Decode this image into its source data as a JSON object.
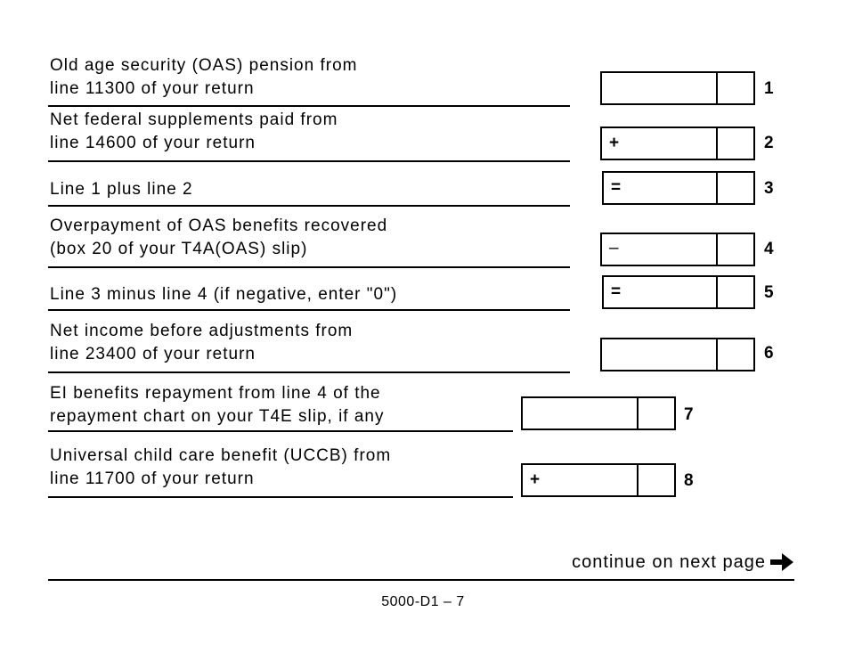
{
  "lines": [
    {
      "number": "1",
      "label_line1": "Old age security (OAS) pension from",
      "label_line2": "line 11300 of your return",
      "operator": ""
    },
    {
      "number": "2",
      "label_line1": "Net federal supplements paid from",
      "label_line2": "line 14600 of your return",
      "operator": "+"
    },
    {
      "number": "3",
      "label_line1": "Line 1 plus line 2",
      "label_line2": "",
      "operator": "="
    },
    {
      "number": "4",
      "label_line1": "Overpayment of OAS benefits recovered",
      "label_line2": "(box 20 of your T4A(OAS) slip)",
      "operator": "–"
    },
    {
      "number": "5",
      "label_line1": "Line 3 minus line 4 (if negative, enter \"0\")",
      "label_line2": "",
      "operator": "="
    },
    {
      "number": "6",
      "label_line1": "Net income before adjustments from",
      "label_line2": "line 23400 of your return",
      "operator": ""
    },
    {
      "number": "7",
      "label_line1": "EI benefits repayment from line 4 of the",
      "label_line2": "repayment chart on your T4E slip, if any",
      "operator": ""
    },
    {
      "number": "8",
      "label_line1": "Universal child care benefit (UCCB) from",
      "label_line2": "line 11700 of your return",
      "operator": "+"
    }
  ],
  "footer": {
    "continue_text": "continue on next page",
    "page_id": "5000-D1 – 7"
  }
}
